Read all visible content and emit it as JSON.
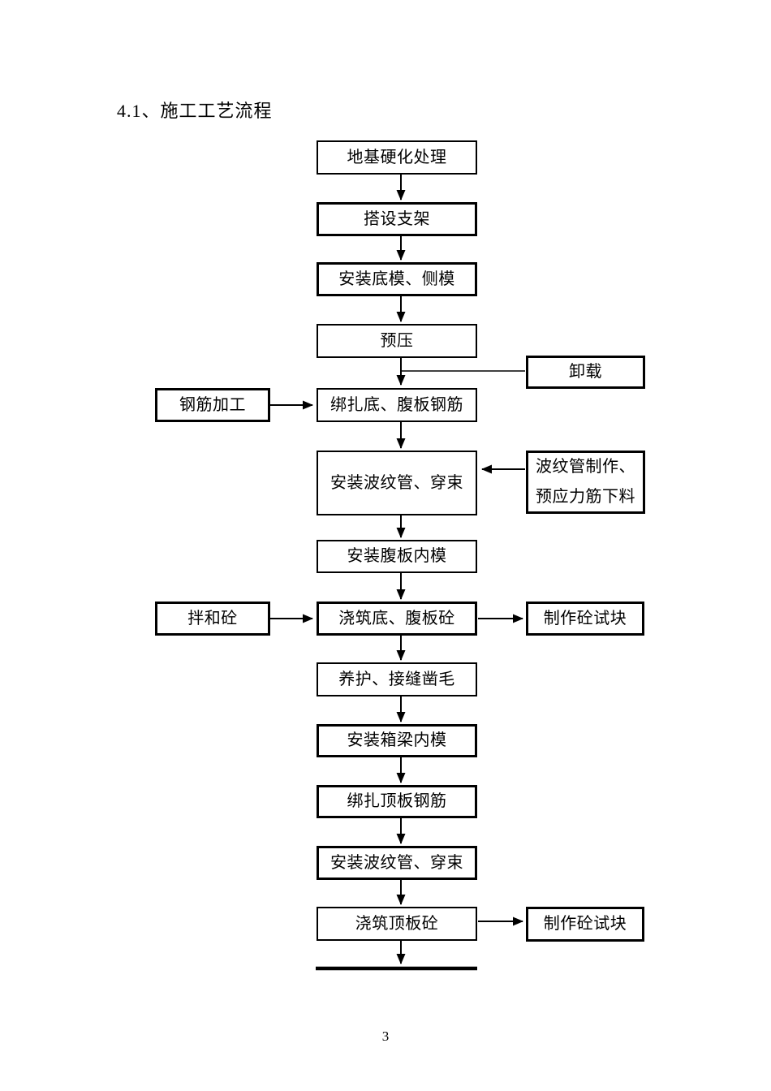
{
  "page": {
    "title": "4.1、施工工艺流程",
    "page_number": "3"
  },
  "flowchart": {
    "main_nodes": [
      {
        "label": "地基硬化处理"
      },
      {
        "label": "搭设支架"
      },
      {
        "label": "安装底模、侧模"
      },
      {
        "label": "预压"
      },
      {
        "label": "绑扎底、腹板钢筋"
      },
      {
        "label": "安装波纹管、穿束"
      },
      {
        "label": "安装腹板内模"
      },
      {
        "label": "浇筑底、腹板砼"
      },
      {
        "label": "养护、接缝凿毛"
      },
      {
        "label": "安装箱梁内模"
      },
      {
        "label": "绑扎顶板钢筋"
      },
      {
        "label": "安装波纹管、穿束"
      },
      {
        "label": "浇筑顶板砼"
      }
    ],
    "left_nodes": [
      {
        "label": "钢筋加工"
      },
      {
        "label": "拌和砼"
      }
    ],
    "right_nodes": [
      {
        "label": "卸载"
      },
      {
        "label": "波纹管制作、预应力筋下料"
      },
      {
        "label": "制作砼试块"
      },
      {
        "label": "制作砼试块"
      }
    ],
    "colors": {
      "line": "#000000",
      "box_border": "#000000",
      "background": "#ffffff"
    }
  }
}
